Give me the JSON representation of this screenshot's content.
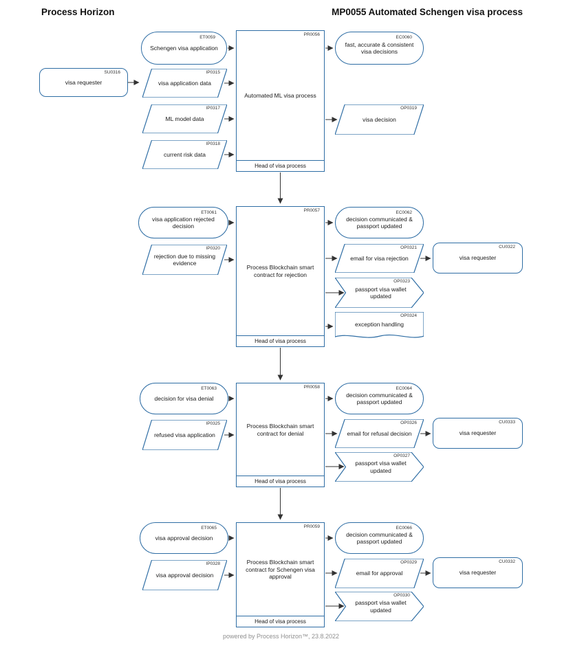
{
  "header": {
    "left_title": "Process Horizon",
    "right_title": "MP0055 Automated Schengen visa process"
  },
  "footer": {
    "credit": "powered by Process Horizon™, 23.8.2022"
  },
  "colors": {
    "shape_line": "#2e6da4",
    "arrow": "#333333",
    "text": "#1a1a1a"
  },
  "sections": [
    {
      "process": {
        "id": "PR0056",
        "title": "Automated ML visa process",
        "owner": "Head of visa process"
      },
      "supplier": {
        "id": "SU0316",
        "label": "visa requester"
      },
      "trigger": {
        "id": "ET0059",
        "label": "Schengen visa application"
      },
      "inputs": [
        {
          "id": "IP0315",
          "label": "visa application data"
        },
        {
          "id": "IP0317",
          "label": "ML model data"
        },
        {
          "id": "IP0318",
          "label": "current risk data"
        }
      ],
      "outcome": {
        "id": "EC0060",
        "label": "fast, accurate & consistent visa decisions"
      },
      "outputs": [
        {
          "id": "OP0319",
          "label": "visa decision"
        }
      ]
    },
    {
      "process": {
        "id": "PR0057",
        "title": "Process Blockchain smart contract for rejection",
        "owner": "Head of visa process"
      },
      "trigger": {
        "id": "ET0061",
        "label": "visa application rejected decision"
      },
      "inputs": [
        {
          "id": "IP0320",
          "label": "rejection due to missing evidence"
        }
      ],
      "outcome": {
        "id": "EC0062",
        "label": "decision communicated & passport updated"
      },
      "outputs": [
        {
          "id": "OP0321",
          "label": "email for visa rejection"
        },
        {
          "id": "OP0323",
          "label": "passport visa wallet updated"
        },
        {
          "id": "OP0324",
          "label": "exception handling"
        }
      ],
      "customer": {
        "id": "CU0322",
        "label": "visa requester"
      }
    },
    {
      "process": {
        "id": "PR0058",
        "title": "Process Blockchain smart contract for denial",
        "owner": "Head of visa process"
      },
      "trigger": {
        "id": "ET0063",
        "label": "decision for visa denial"
      },
      "inputs": [
        {
          "id": "IP0325",
          "label": "refused visa application"
        }
      ],
      "outcome": {
        "id": "EC0064",
        "label": "decision communicated & passport updated"
      },
      "outputs": [
        {
          "id": "OP0326",
          "label": "email for refusal decision"
        },
        {
          "id": "OP0327",
          "label": "passport visa wallet updated"
        }
      ],
      "customer": {
        "id": "CU0333",
        "label": "visa requester"
      }
    },
    {
      "process": {
        "id": "PR0059",
        "title": "Process Blockchain smart contract for Schengen visa approval",
        "owner": "Head of visa process"
      },
      "trigger": {
        "id": "ET0065",
        "label": "visa approval decision"
      },
      "inputs": [
        {
          "id": "IP0328",
          "label": "visa approval decision"
        }
      ],
      "outcome": {
        "id": "EC0066",
        "label": "decision communicated & passport updated"
      },
      "outputs": [
        {
          "id": "OP0329",
          "label": "email for approval"
        },
        {
          "id": "OP0330",
          "label": "passport visa wallet updated"
        }
      ],
      "customer": {
        "id": "CU0332",
        "label": "visa requester"
      }
    }
  ]
}
